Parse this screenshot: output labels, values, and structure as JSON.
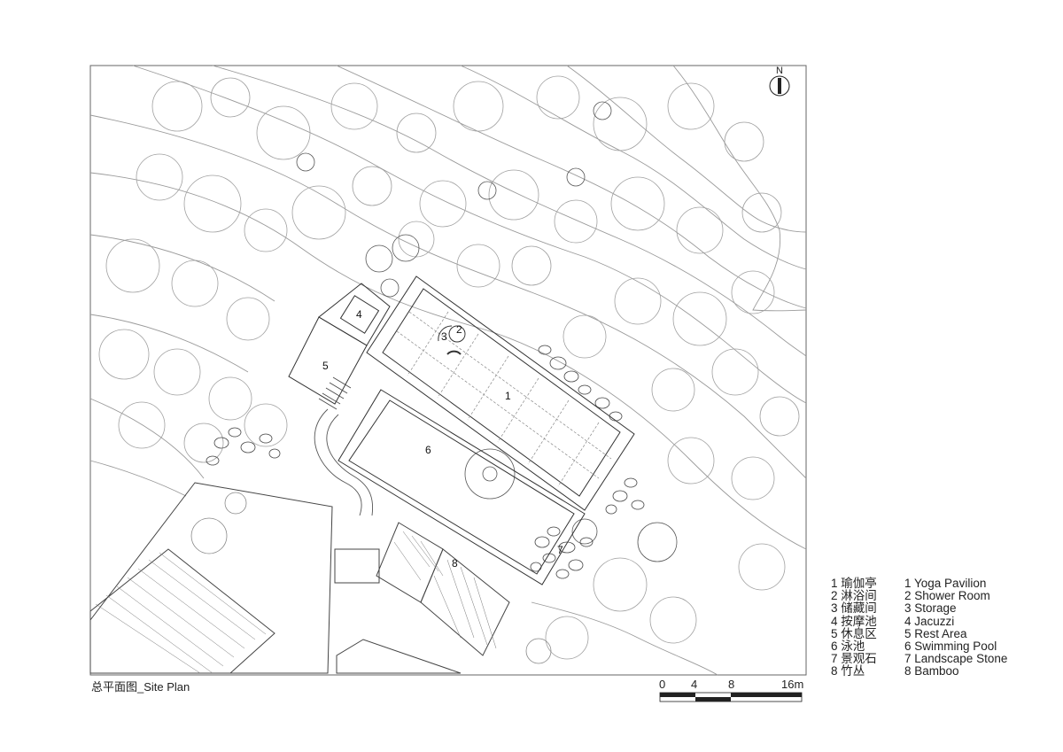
{
  "caption": "总平面图_Site Plan",
  "north": {
    "label": "N",
    "icon": "north-arrow-icon"
  },
  "scale_bar": {
    "ticks": [
      "0",
      "4",
      "8",
      "16m"
    ]
  },
  "plan_labels": [
    "1",
    "2",
    "3",
    "4",
    "5",
    "6",
    "7",
    "8"
  ],
  "legend": {
    "zh": [
      "1 瑜伽亭",
      "2 淋浴间",
      "3 储藏间",
      "4 按摩池",
      "5 休息区",
      "6 泳池",
      "7 景观石",
      "8 竹丛"
    ],
    "en": [
      "1 Yoga Pavilion",
      "2 Shower Room",
      "3 Storage",
      "4 Jacuzzi",
      "5 Rest Area",
      "6 Swimming Pool",
      "7 Landscape Stone",
      "8 Bamboo"
    ]
  },
  "colors": {
    "line": "#555555",
    "faint": "#9a9a9a",
    "ink": "#222222"
  }
}
